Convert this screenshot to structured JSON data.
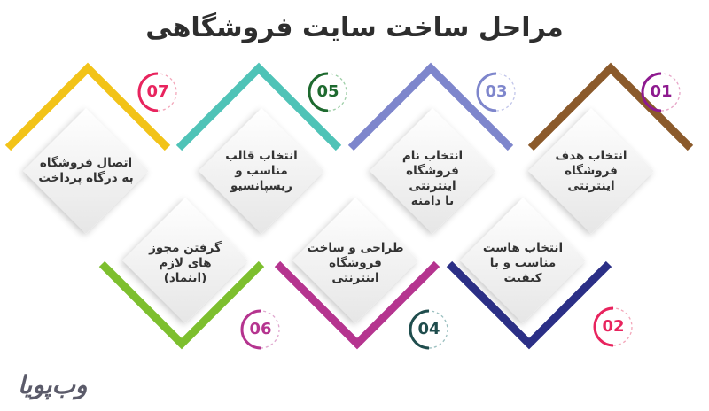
{
  "title": "مراحل ساخت سایت فروشگاهی",
  "logo": "وب‌پویا",
  "steps": [
    {
      "num": "01",
      "text": "انتخاب هدف\nفروشگاه\nاینترنتی",
      "color": "#8b5a2b",
      "numColor": "#8e1a8f"
    },
    {
      "num": "02",
      "text": "انتخاب هاست\nمناسب و با\nکیفیت",
      "color": "#2b2f86",
      "numColor": "#e8245e"
    },
    {
      "num": "03",
      "text": "انتخاب نام\nفروشگاه اینترنتی\nیا دامنه",
      "color": "#7e86cc",
      "numColor": "#7e86cc"
    },
    {
      "num": "04",
      "text": "طراحی و ساخت\nفروشگاه\nاینترنتی",
      "color": "#b5348f",
      "numColor": "#1f4d4d"
    },
    {
      "num": "05",
      "text": "انتخاب قالب\nمناسب و\nریسپانسیو",
      "color": "#4fc3b7",
      "numColor": "#1e6a2f"
    },
    {
      "num": "06",
      "text": "گرفتن مجوز\nهای لازم\n(اینماد)",
      "color": "#7dbf2e",
      "numColor": "#b5348f"
    },
    {
      "num": "07",
      "text": "اتصال فروشگاه\nبه درگاه پرداخت",
      "color": "#f2c318",
      "numColor": "#e8245e"
    }
  ]
}
